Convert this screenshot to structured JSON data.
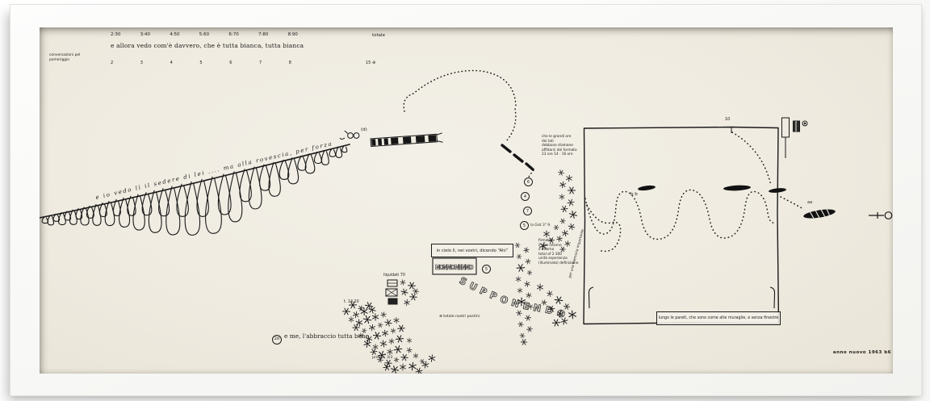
{
  "artwork": {
    "header": {
      "columns": [
        "2:30",
        "3:40",
        "4:50",
        "5:60",
        "6:70",
        "7:80",
        "8:90"
      ],
      "totale": "totale",
      "ticks": [
        "2",
        "3",
        "4",
        "5",
        "6",
        "7",
        "8"
      ],
      "ticks_right": "15 ⊕",
      "sentence": "e allora vedo com'è davvero, che è tutta bianca, tutta bianca",
      "margin_note": [
        "conversazioni pel",
        "pomeriggio"
      ]
    },
    "clothesline": {
      "text": "e io vedo lì il sedere di lei .... ma alla rovescia, per forza",
      "d_label": "(d)"
    },
    "column": {
      "note_top": [
        "che le grandi ore",
        "dei lati",
        "debbono stamane",
        "affidarsi del formato",
        "23 ore 14 · 16 ore"
      ],
      "circled": [
        "6",
        "4",
        "7",
        "5"
      ],
      "circled_note": "la Gist 3° 9.",
      "note_bottom": [
        "firmato?",
        "il giro intorno",
        "e intorno",
        "total of 2 300",
        "unità esperienza",
        "(illuminata) definizione"
      ],
      "rotated_note": "per una memoria importante"
    },
    "center": {
      "sky_box": "in cielo lì, nei vostri, dicendo “Ahi”",
      "nonno": "NONNO NENNO",
      "circled_five": "5",
      "supponendo": "SUPPONENDO",
      "postini_note": "⊕ totale nostri postini",
      "liquid_note": "liquidati 70",
      "time_note": "t. 14.20",
      "circled_twenty": "20",
      "abbraccio": "e me, l'abbraccio tutta bene",
      "pronti": "pronti : 3/3"
    },
    "room": {
      "ten": "10",
      "bb": "b b",
      "aa": "aa",
      "wall_text": "lungo le pareti, che sono come alte muraglie, e senza finestre"
    },
    "signature": "anno nuovo 1963 b6"
  }
}
